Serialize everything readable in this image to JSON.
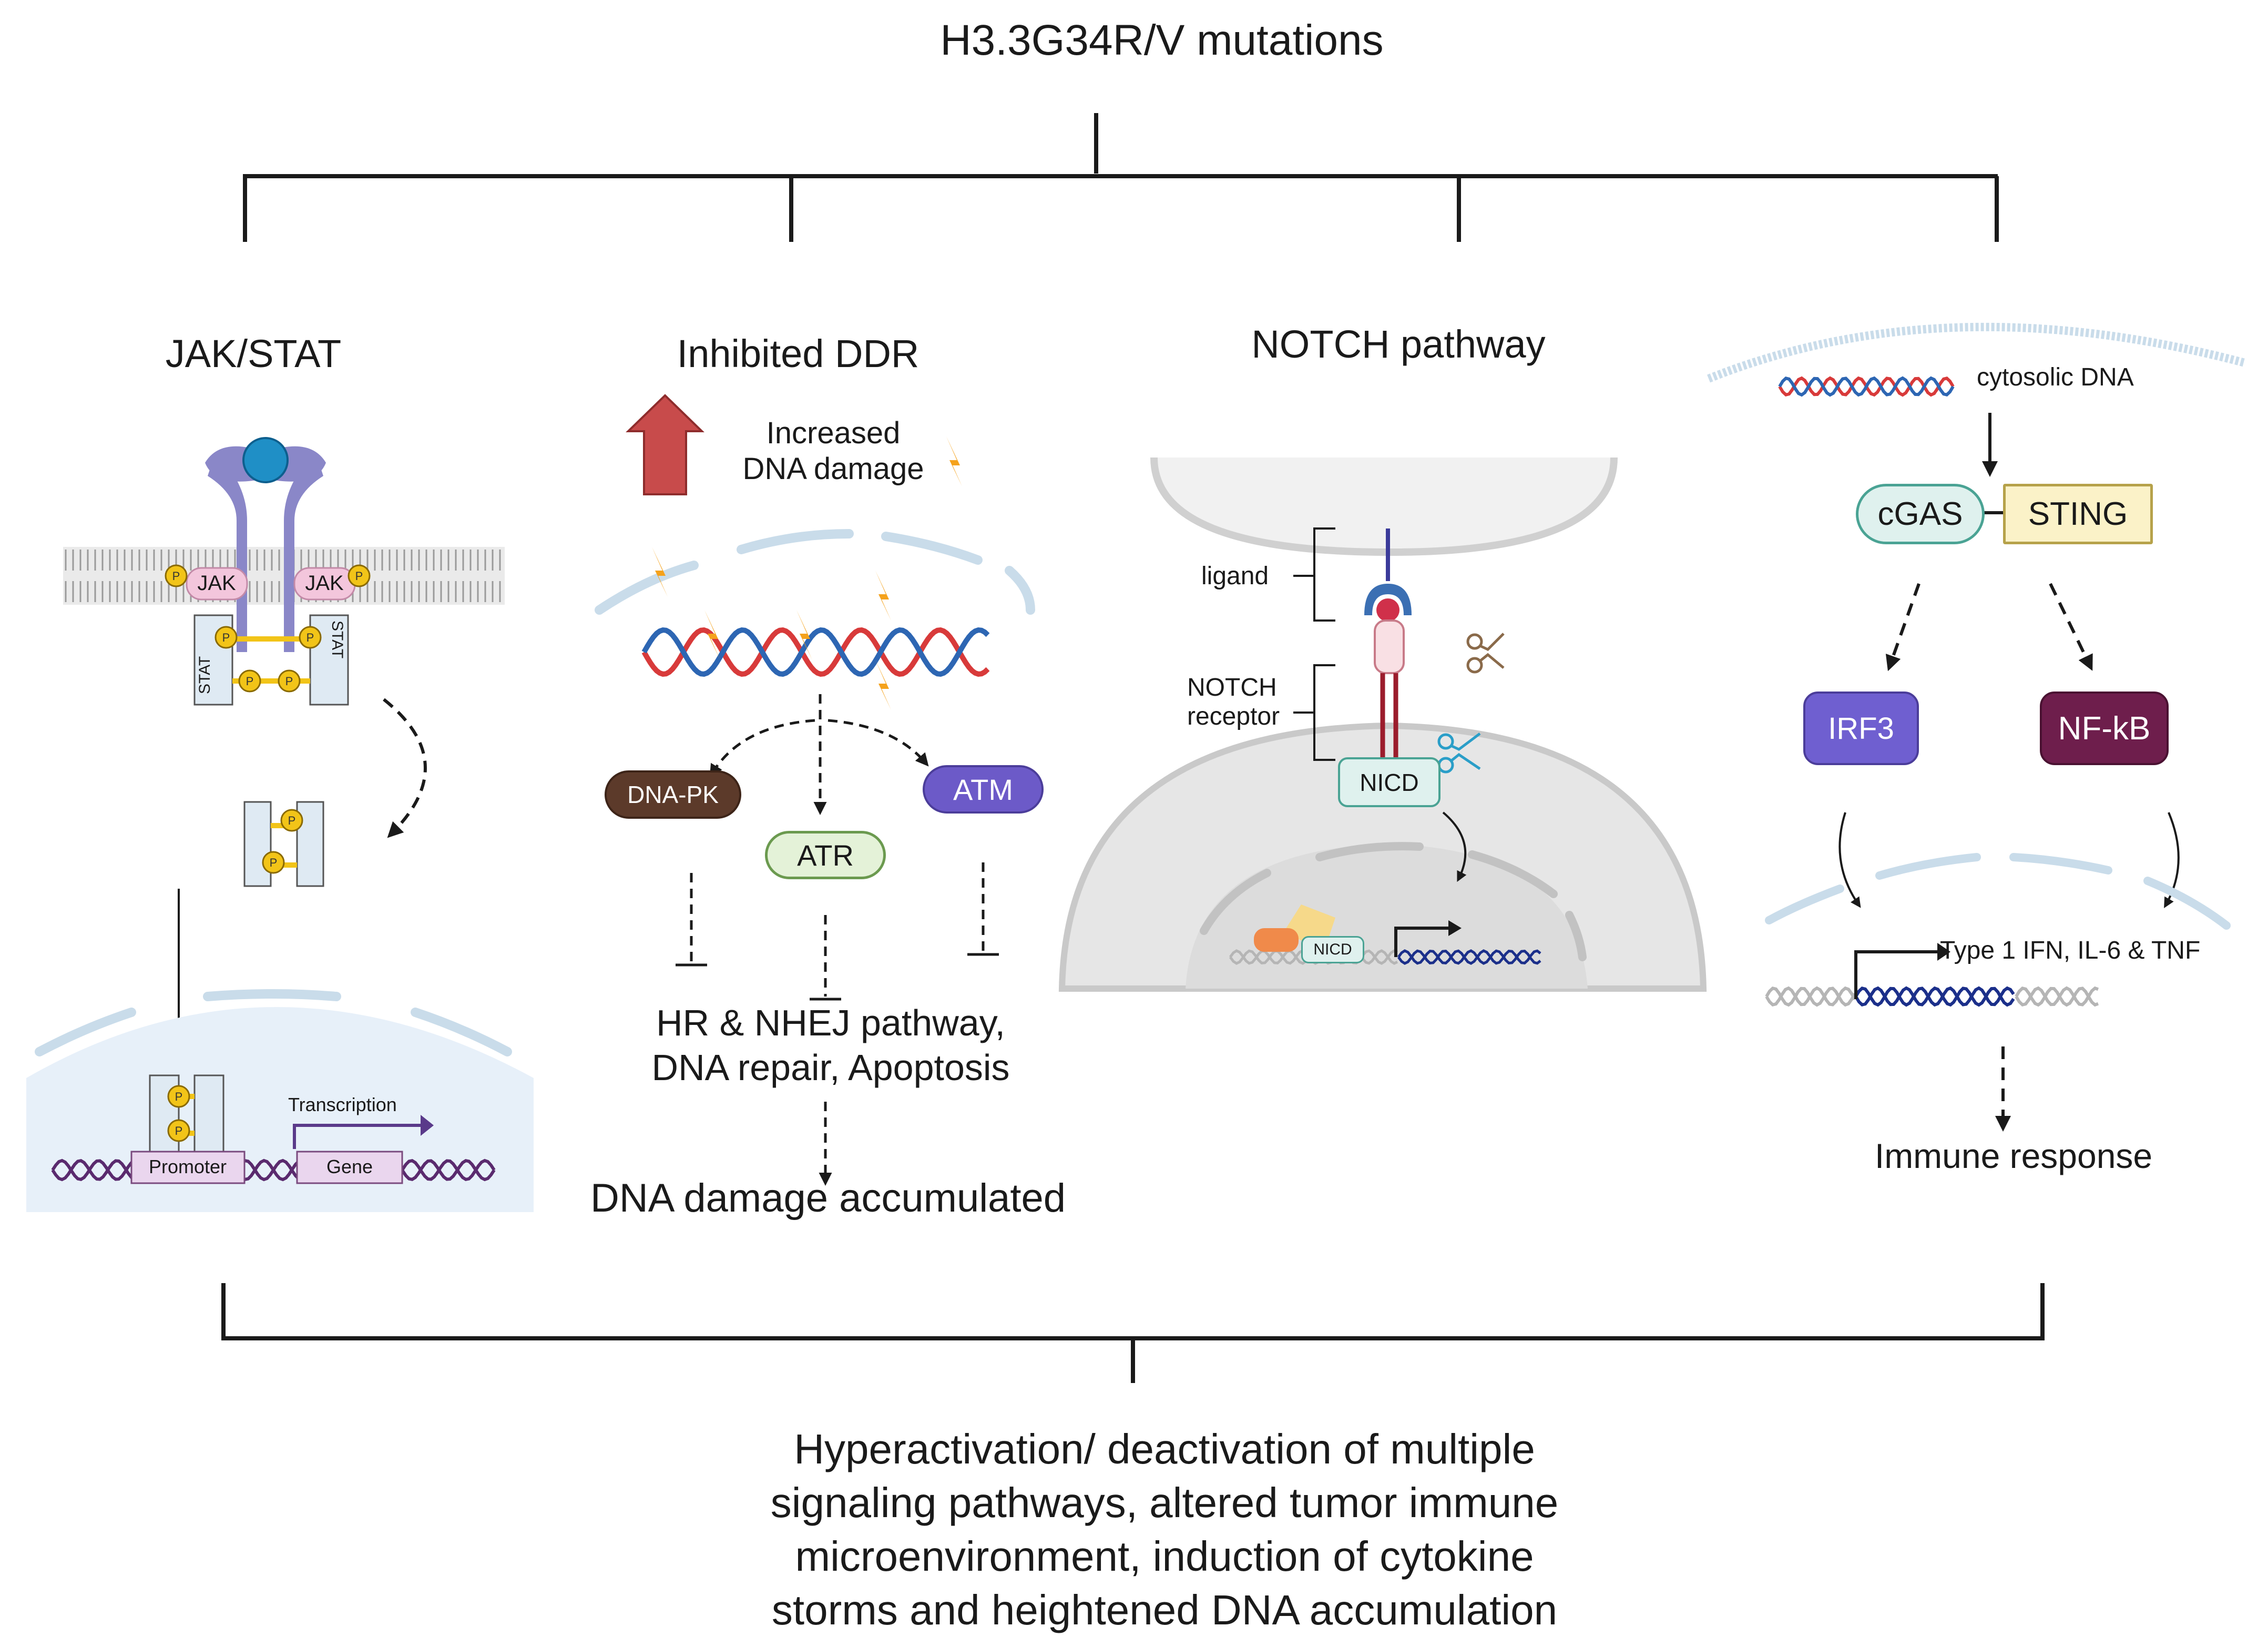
{
  "title": "H3.3G34R/V mutations",
  "branches": {
    "jak_stat": {
      "title": "JAK/STAT",
      "jak_left": "JAK",
      "jak_right": "JAK",
      "stat_left": "STAT",
      "stat_right": "STAT",
      "phospho": "P",
      "transcription": "Transcription",
      "promoter": "Promoter",
      "gene": "Gene"
    },
    "ddr": {
      "title": "Inhibited DDR",
      "damage_line1": "Increased",
      "damage_line2": "DNA damage",
      "dna_pk": "DNA-PK",
      "atr": "ATR",
      "atm": "ATM",
      "pathway_line1": "HR & NHEJ pathway,",
      "pathway_line2": "DNA repair, Apoptosis",
      "result": "DNA damage accumulated"
    },
    "notch": {
      "title": "NOTCH pathway",
      "ligand": "ligand",
      "receptor_line1": "NOTCH",
      "receptor_line2": "receptor",
      "nicd": "NICD",
      "nicd_small": "NICD"
    },
    "cgas": {
      "cytosolic_dna": "cytosolic DNA",
      "cgas": "cGAS",
      "sting": "STING",
      "irf3": "IRF3",
      "nfkb": "NF-kB",
      "genes": "Type 1 IFN, IL-6 & TNF",
      "result": "Immune response"
    }
  },
  "conclusion": {
    "line1": "Hyperactivation/ deactivation of multiple",
    "line2": "signaling pathways, altered tumor immune",
    "line3": "microenvironment, induction of cytokine",
    "line4": "storms and heightened DNA accumulation"
  },
  "colors": {
    "line": "#1a1a1a",
    "membrane_blue": "#c9dcea",
    "receptor_purple": "#8a87c8",
    "jak_pink": "#f3c6dc",
    "phospho_yellow": "#f2c418",
    "stat_box": "#dfeaf3",
    "nucleus_light": "#e7f0f9",
    "promoter_box": "#ead6ee",
    "dna_red": "#d83a3a",
    "dna_blue": "#2d66b3",
    "dna_navy": "#1b2f8a",
    "dna_purple": "#5a2a6e",
    "dna_gray": "#b5b5b5",
    "arrow_red": "#c84b4b",
    "bolt_orange": "#f5a21c",
    "dnapk_brown": "#5c3a2a",
    "atr_green": "#e4f2d8",
    "atm_purple": "#6c5ac8",
    "cell_gray": "#e6e6e6",
    "nicd_box": "#dff1ee",
    "cgas_box": "#dff1ee",
    "sting_box": "#fbf2c8",
    "irf3_purple": "#6f5fd0",
    "nfkb_maroon": "#6e1e4c"
  }
}
